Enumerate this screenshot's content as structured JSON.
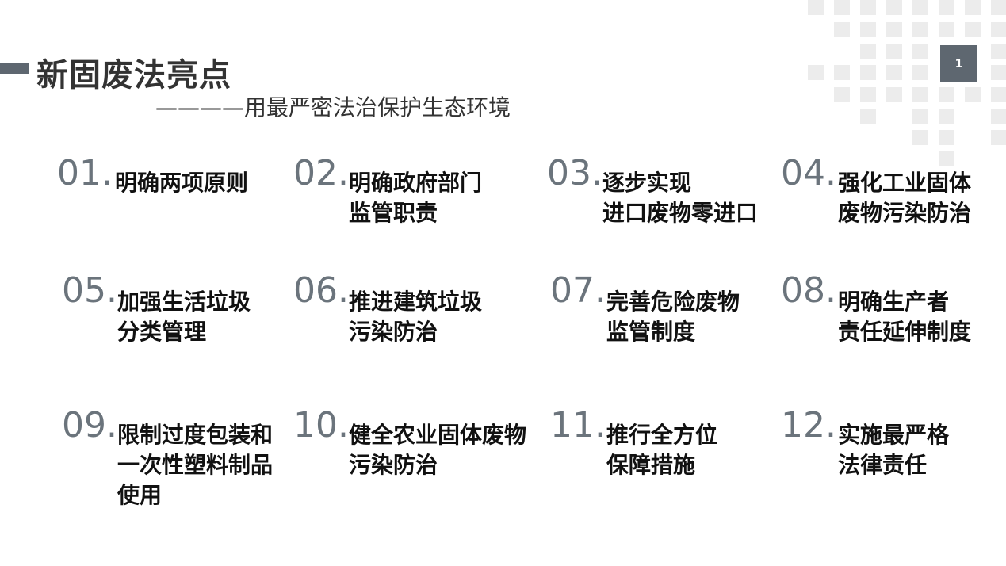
{
  "header": {
    "title": "新固废法亮点",
    "subtitle": "————用最严密法治保护生态环境",
    "page_number": "1"
  },
  "items": [
    {
      "num": "01.",
      "label": "明确两项原则"
    },
    {
      "num": "02.",
      "label": "明确政府部门\n监管职责"
    },
    {
      "num": "03.",
      "label": "逐步实现\n进口废物零进口"
    },
    {
      "num": "04.",
      "label": "强化工业固体\n废物污染防治"
    },
    {
      "num": "05.",
      "label": "加强生活垃圾\n分类管理"
    },
    {
      "num": "06.",
      "label": "推进建筑垃圾\n污染防治"
    },
    {
      "num": "07.",
      "label": "完善危险废物\n监管制度"
    },
    {
      "num": "08.",
      "label": "明确生产者\n责任延伸制度"
    },
    {
      "num": "09.",
      "label": "限制过度包装和\n一次性塑料制品\n使用"
    },
    {
      "num": "10.",
      "label": "健全农业固体废物\n污染防治"
    },
    {
      "num": "11.",
      "label": "推行全方位\n保障措施"
    },
    {
      "num": "12.",
      "label": "实施最严格\n法律责任"
    }
  ]
}
